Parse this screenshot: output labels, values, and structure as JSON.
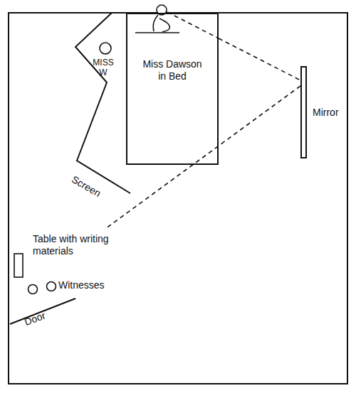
{
  "diagram": {
    "nodes": [
      {
        "text": [
          "Miss Dawson in Bed"
        ]
      },
      {
        "text": [
          "Mirror"
        ]
      },
      {
        "text": [
          "Table with writing materials"
        ]
      }
    ],
    "edges": [
      {
        "from": 0,
        "to": 1,
        "arrow": "none"
      },
      {
        "from": 1,
        "to": 2,
        "arrow": "none"
      }
    ],
    "labels": [
      "MISS W",
      "Screen",
      "Witnesses",
      "Door"
    ]
  }
}
